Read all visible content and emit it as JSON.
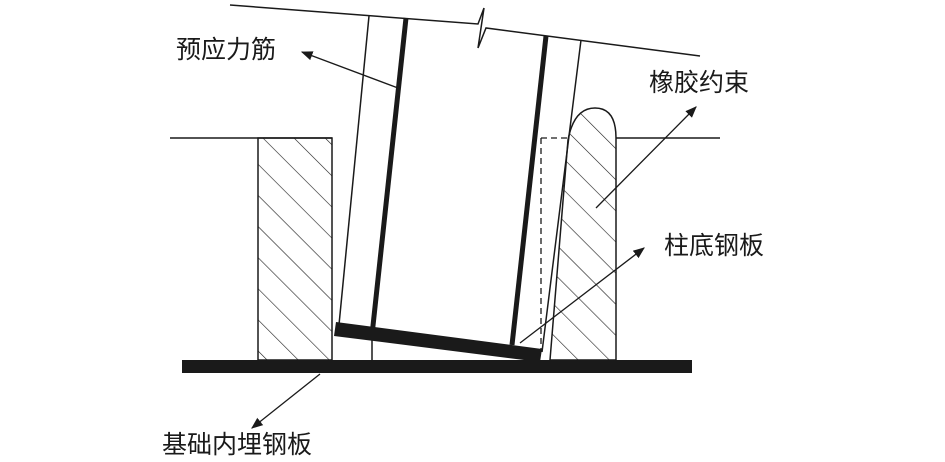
{
  "labels": {
    "prestress_tendon": "预应力筋",
    "rubber_restraint": "橡胶约束",
    "column_base_plate": "柱底钢板",
    "embedded_plate": "基础内埋钢板"
  },
  "colors": {
    "stroke": "#1a1a1a",
    "background": "#ffffff"
  }
}
